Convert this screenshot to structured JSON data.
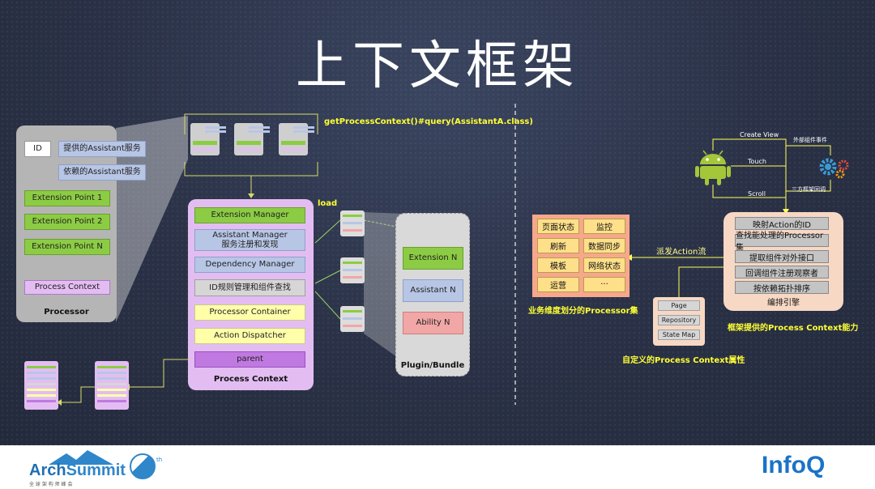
{
  "title": "上下文框架",
  "processor": {
    "id_label": "ID",
    "provided": "提供的Assistant服务",
    "depends": "依赖的Assistant服务",
    "ext1": "Extension Point 1",
    "ext2": "Extension Point 2",
    "extN": "Extension Point N",
    "context": "Process Context",
    "label": "Processor"
  },
  "query_label": "getProcessContext()#query(AssistantA.class)",
  "process_context": {
    "items": {
      "ext_manager": "Extension Manager",
      "assistant_manager": "Assistant Manager",
      "assistant_manager_sub": "服务注册和发现",
      "dependency_manager": "Dependency Manager",
      "id_manager": "ID规则管理和组件查找",
      "processor_container": "Processor Container",
      "action_dispatcher": "Action Dispatcher",
      "parent": "parent"
    },
    "label": "Process Context"
  },
  "load_label": "load",
  "plugin": {
    "extN": "Extension N",
    "assistantN": "Assistant N",
    "abilityN": "Ability N",
    "label": "Plugin/Bundle"
  },
  "right": {
    "grid": [
      "页面状态",
      "监控",
      "刷新",
      "数据同步",
      "模板",
      "网络状态",
      "运营",
      "···"
    ],
    "grid_caption": "业务维度划分的Processor集",
    "dispatch_label": "派发Action流",
    "props": [
      "Page",
      "Repository",
      "State Map"
    ],
    "props_caption": "自定义的Process Context属性",
    "ctx_rows": [
      "映射Action的ID",
      "查找能处理的Processor集",
      "提取组件对外接口",
      "回调组件注册观察者",
      "按依赖拓扑排序"
    ],
    "ctx_engine": "编排引擎",
    "ctx_caption": "框架提供的Process Context能力",
    "create_view": "Create View",
    "touch": "Touch",
    "scroll": "Scroll",
    "external_event": "外部组件事件",
    "third_party": "三方框架回调"
  },
  "footer": {
    "arch": "Arch",
    "summit": "Summit",
    "arch_sub": "全 球 架 构 师 峰 会",
    "badge": "th",
    "infoq": "InfoQ"
  }
}
